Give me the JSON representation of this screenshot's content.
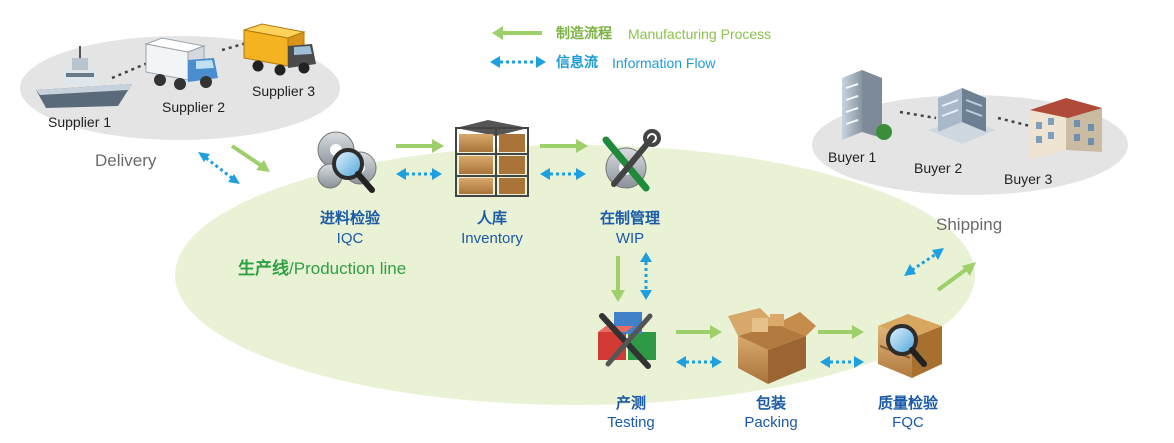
{
  "legend": {
    "manufacturing_zh": "制造流程",
    "manufacturing_en": "Manufacturing Process",
    "information_zh": "信息流",
    "information_en": "Information Flow"
  },
  "suppliers": {
    "s1": "Supplier 1",
    "s2": "Supplier 2",
    "s3": "Supplier 3",
    "delivery": "Delivery"
  },
  "buyers": {
    "b1": "Buyer 1",
    "b2": "Buyer 2",
    "b3": "Buyer 3",
    "shipping": "Shipping"
  },
  "production_line": {
    "zh": "生产线",
    "slash": "/",
    "en": "Production line"
  },
  "stages": {
    "iqc": {
      "zh": "进料检验",
      "en": "IQC"
    },
    "inventory": {
      "zh": "人库",
      "en": "Inventory"
    },
    "wip": {
      "zh": "在制管理",
      "en": "WIP"
    },
    "testing": {
      "zh": "产测",
      "en": "Testing"
    },
    "packing": {
      "zh": "包装",
      "en": "Packing"
    },
    "fqc": {
      "zh": "质量检验",
      "en": "FQC"
    }
  },
  "colors": {
    "manufacturing_arrow": "#9dcf6a",
    "information_arrow": "#1ea0e0",
    "production_ellipse": "#e8f1d3",
    "cluster_ellipse": "#e3e3e3",
    "label_blue": "#1a5aa6",
    "production_green": "#2fa043"
  },
  "icons": [
    "ship-icon",
    "truck-icon",
    "gears-magnifier-icon",
    "shelves-boxes-icon",
    "wrench-gear-icon",
    "tools-cubes-icon",
    "open-box-icon",
    "crate-magnifier-icon",
    "building-icon"
  ]
}
